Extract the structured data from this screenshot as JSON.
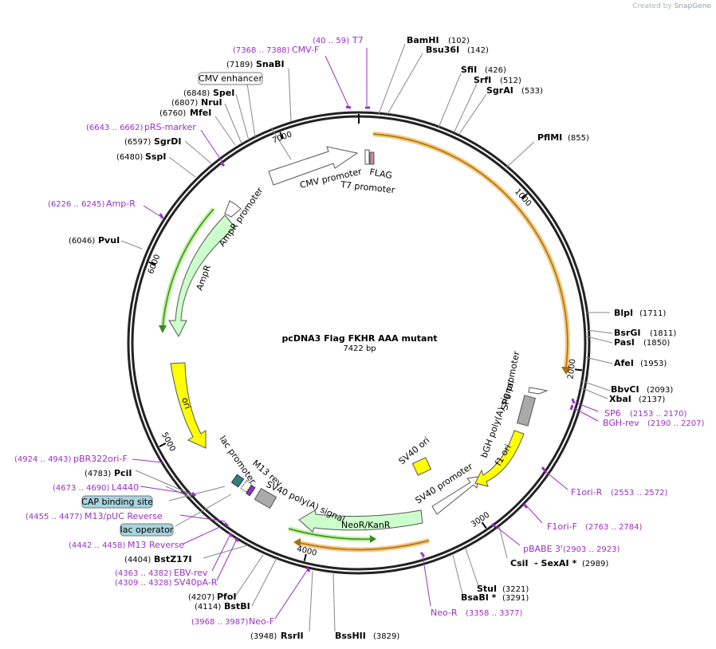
{
  "credit": {
    "prefix": "Created by",
    "brand": "SnapGene"
  },
  "plasmid": {
    "name": "pcDNA3 Flag FKHR AAA mutant",
    "length_label": "7422 bp",
    "length": 7422
  },
  "colors": {
    "primer": "#9b2fc4",
    "orf": "#f0a400",
    "ori": "#ffff00",
    "marker": "#ccffcc",
    "promoter": "#ffffff",
    "box_fill": "#a7d4df"
  },
  "ticks": [
    {
      "pos": 1000,
      "label": "1000"
    },
    {
      "pos": 2000,
      "label": "2000"
    },
    {
      "pos": 3000,
      "label": "3000"
    },
    {
      "pos": 4000,
      "label": "4000"
    },
    {
      "pos": 5000,
      "label": "5000"
    },
    {
      "pos": 6000,
      "label": "6000"
    },
    {
      "pos": 7000,
      "label": "7000"
    }
  ],
  "sites": [
    {
      "name": "BamHI",
      "pos": "(102)"
    },
    {
      "name": "Bsu36I",
      "pos": "(142)"
    },
    {
      "name": "SfiI",
      "pos": "(426)"
    },
    {
      "name": "SrfI",
      "pos": "(512)"
    },
    {
      "name": "SgrAI",
      "pos": "(533)"
    },
    {
      "name": "PflMI",
      "pos": "(855)"
    },
    {
      "name": "BlpI",
      "pos": "(1711)"
    },
    {
      "name": "BsrGI",
      "pos": "(1811)"
    },
    {
      "name": "PasI",
      "pos": "(1850)"
    },
    {
      "name": "AfeI",
      "pos": "(1953)"
    },
    {
      "name": "BbvCI",
      "pos": "(2093)"
    },
    {
      "name": "XbaI",
      "pos": "(2137)"
    },
    {
      "name": "CsiI  - SexAI *",
      "pos": "(2989)"
    },
    {
      "name": "StuI",
      "pos": "(3221)"
    },
    {
      "name": "BsaBI *",
      "pos": "(3291)"
    },
    {
      "name": "BssHII",
      "pos": "(3829)"
    },
    {
      "name": "RsrII",
      "pos": "(3948)"
    },
    {
      "name": "BstBI",
      "pos": "(4114)"
    },
    {
      "name": "PfoI",
      "pos": "(4207)"
    },
    {
      "name": "BstZ17I",
      "pos": "(4404)"
    },
    {
      "name": "PciI",
      "pos": "(4783)"
    },
    {
      "name": "PvuI",
      "pos": "(6046)"
    },
    {
      "name": "SspI",
      "pos": "(6480)"
    },
    {
      "name": "SgrDI",
      "pos": "(6597)"
    },
    {
      "name": "MfeI",
      "pos": "(6760)"
    },
    {
      "name": "NruI",
      "pos": "(6807)"
    },
    {
      "name": "SpeI",
      "pos": "(6848)"
    },
    {
      "name": "SnaBI",
      "pos": "(7189)"
    }
  ],
  "primers": [
    {
      "name": "T7",
      "range": "(40 .. 59)"
    },
    {
      "name": "CMV-F",
      "range": "(7368 .. 7388)"
    },
    {
      "name": "SP6",
      "range": "(2153 .. 2170)"
    },
    {
      "name": "BGH-rev",
      "range": "(2190 .. 2207)"
    },
    {
      "name": "F1ori-R",
      "range": "(2553 .. 2572)"
    },
    {
      "name": "F1ori-F",
      "range": "(2763 .. 2784)"
    },
    {
      "name": "pBABE 3'",
      "range": "(2903 .. 2923)"
    },
    {
      "name": "Neo-R",
      "range": "(3358 .. 3377)"
    },
    {
      "name": "Neo-F",
      "range": "(3968 .. 3987)"
    },
    {
      "name": "SV40pA-R",
      "range": "(4309 .. 4328)"
    },
    {
      "name": "EBV-rev",
      "range": "(4363 .. 4382)"
    },
    {
      "name": "M13 Reverse",
      "range": "(4442 .. 4458)"
    },
    {
      "name": "M13/pUC Reverse",
      "range": "(4455 .. 4477)"
    },
    {
      "name": "L4440",
      "range": "(4673 .. 4690)"
    },
    {
      "name": "pBR322ori-F",
      "range": "(4924 .. 4943)"
    },
    {
      "name": "Amp-R",
      "range": "(6226 .. 6245)"
    },
    {
      "name": "pRS-marker",
      "range": "(6643 .. 6662)"
    }
  ],
  "boxed_features": [
    {
      "name": "CMV enhancer"
    },
    {
      "name": "CAP binding site"
    },
    {
      "name": "lac operator"
    }
  ],
  "features": [
    {
      "name": "CMV promoter"
    },
    {
      "name": "T7 promoter"
    },
    {
      "name": "FLAG"
    },
    {
      "name": "AmpR promoter"
    },
    {
      "name": "AmpR"
    },
    {
      "name": "ori"
    },
    {
      "name": "lac promoter"
    },
    {
      "name": "M13 rev"
    },
    {
      "name": "SV40 poly(A) signal"
    },
    {
      "name": "NeoR/KanR"
    },
    {
      "name": "SV40 promoter"
    },
    {
      "name": "SV40 ori"
    },
    {
      "name": "f1 ori"
    },
    {
      "name": "bGH poly(A) signal"
    },
    {
      "name": "SP6 promoter"
    }
  ]
}
